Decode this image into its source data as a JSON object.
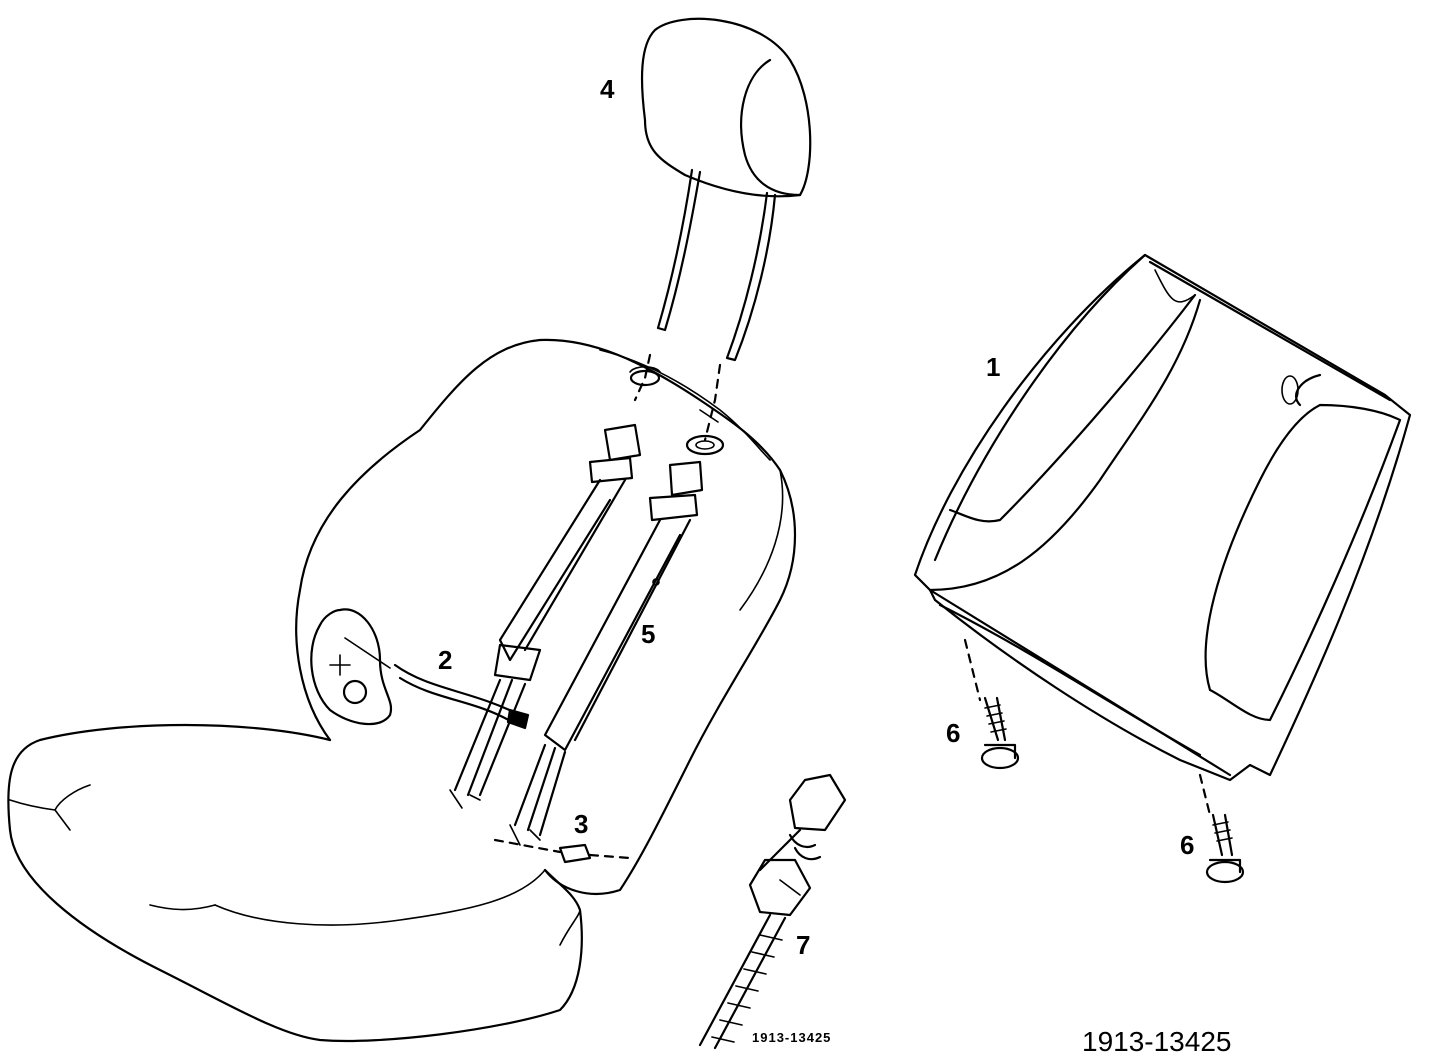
{
  "callouts": {
    "c1": "1",
    "c2": "2",
    "c3": "3",
    "c4": "4",
    "c5": "5",
    "c6a": "6",
    "c6b": "6",
    "c7": "7"
  },
  "inline_ref": "1913-13425",
  "caption": "1913-13425"
}
